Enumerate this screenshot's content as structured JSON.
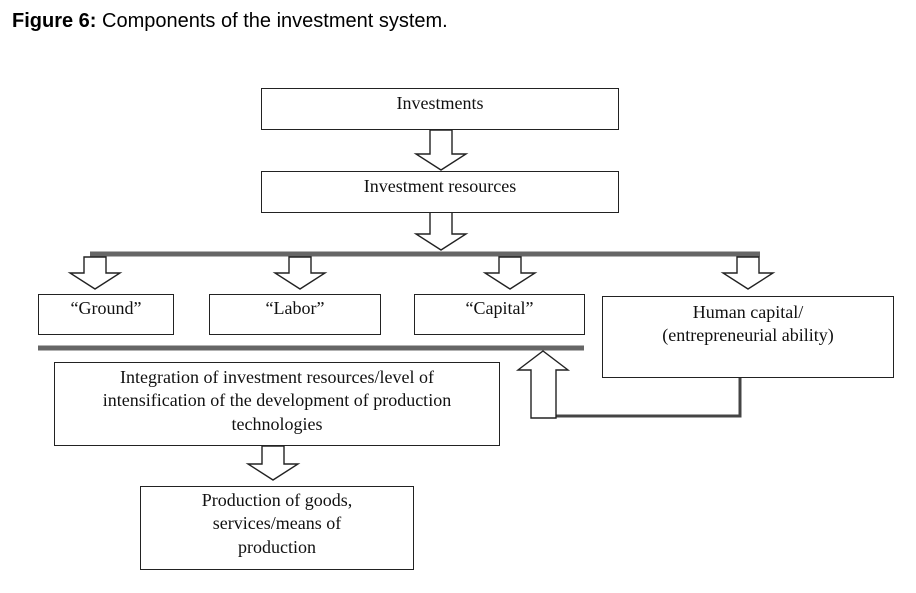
{
  "caption": {
    "label": "Figure 6:",
    "text": "Components of the investment system."
  },
  "boxes": {
    "investments": "Investments",
    "investment_resources": "Investment resources",
    "ground": "“Ground”",
    "labor": "“Labor”",
    "capital": "“Capital”",
    "human_capital_line1": "Human capital/",
    "human_capital_line2": "(entrepreneurial ability)",
    "integration_line1": "Integration of investment resources/level of",
    "integration_line2": "intensification of the development of production",
    "integration_line3": "technologies",
    "production_line1": "Production of goods,",
    "production_line2": "services/means of",
    "production_line3": "production"
  }
}
